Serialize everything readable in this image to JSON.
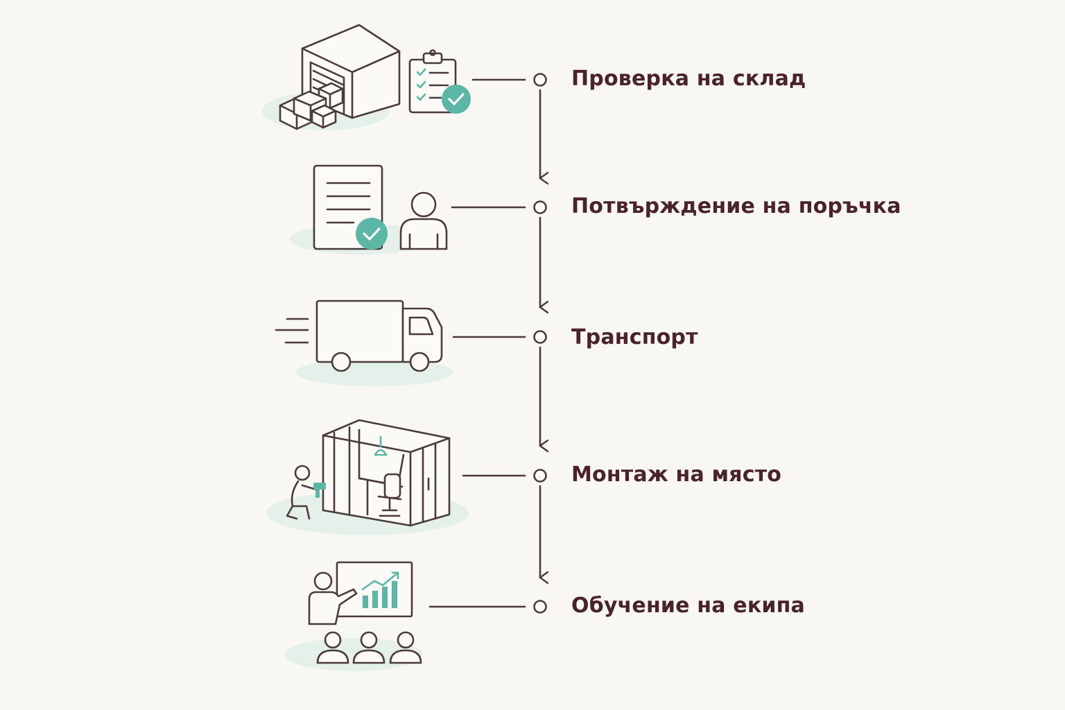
{
  "colors": {
    "background": "#f9f7f3",
    "text": "#4a2328",
    "line": "#4a3a3c",
    "accent_teal": "#5bb6a6",
    "shadow_mint": "#dcede6"
  },
  "steps": [
    {
      "label": "Проверка на склад",
      "icon": "warehouse-checklist-icon"
    },
    {
      "label": "Потвърждение на поръчка",
      "icon": "document-person-icon"
    },
    {
      "label": "Транспорт",
      "icon": "delivery-truck-icon"
    },
    {
      "label": "Монтаж на място",
      "icon": "assembly-worker-icon"
    },
    {
      "label": "Обучение на екипа",
      "icon": "team-training-icon"
    }
  ]
}
